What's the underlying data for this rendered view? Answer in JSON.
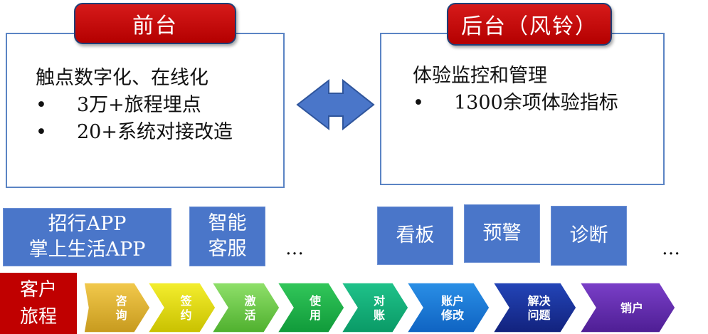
{
  "front": {
    "title": "前台",
    "heading": "触点数字化、在线化",
    "bullets": [
      "3万+旅程埋点",
      "20+系统对接改造"
    ]
  },
  "back": {
    "title": "后台（风铃）",
    "heading": "体验监控和管理",
    "bullets": [
      "1300余项体验指标"
    ]
  },
  "bullet_symbol": "•",
  "front_tiles": [
    "招行APP\n掌上生活APP",
    "智能\n客服"
  ],
  "back_tiles": [
    "看板",
    "预警",
    "诊断"
  ],
  "ellipsis": "…",
  "journey_label": "客户\n旅程",
  "steps": [
    {
      "label": "咨\n询",
      "color_a": "#f2c94c",
      "color_b": "#c79a1e"
    },
    {
      "label": "签\n约",
      "color_a": "#f4ee2e",
      "color_b": "#c9c100"
    },
    {
      "label": "激\n活",
      "color_a": "#8fe06a",
      "color_b": "#4fb02e"
    },
    {
      "label": "使\n用",
      "color_a": "#32c75a",
      "color_b": "#109a3a"
    },
    {
      "label": "对\n账",
      "color_a": "#1fc28a",
      "color_b": "#0a9a66"
    },
    {
      "label": "账户\n修改",
      "color_a": "#2a8fe6",
      "color_b": "#0f63c2"
    },
    {
      "label": "解决\n问题",
      "color_a": "#2345b8",
      "color_b": "#12227d"
    },
    {
      "label": "销户",
      "color_a": "#7a3fc8",
      "color_b": "#4e1e94"
    }
  ],
  "colors": {
    "title_red": "#c00000",
    "panel_border": "#5b84c4",
    "tile_blue": "#4a76c9",
    "arrow_blue": "#4a76c9"
  }
}
